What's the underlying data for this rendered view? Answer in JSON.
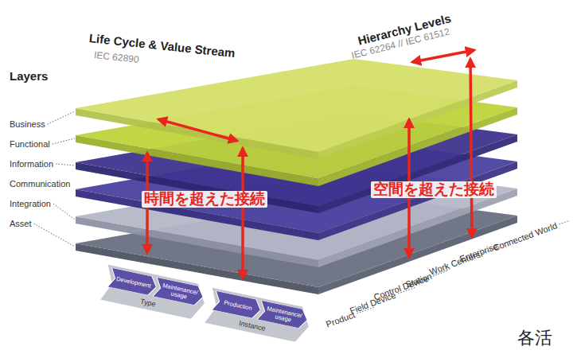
{
  "diagram": {
    "nodes": [
      {
        "text": [
          "Type"
        ]
      },
      {
        "text": [
          "Development"
        ],
        "in": 0
      },
      {
        "text": [
          "Maintenance/ usage"
        ],
        "in": 0
      },
      {
        "text": [
          "Instance"
        ]
      },
      {
        "text": [
          "Production"
        ],
        "in": 3
      },
      {
        "text": [
          "Maintenance/ usage"
        ],
        "in": 3
      }
    ],
    "labels": [
      "Layers",
      "Business",
      "Functional",
      "Information",
      "Communication",
      "Integration",
      "Asset",
      "Life Cycle & Value Stream",
      "IEC 62890",
      "Hierarchy Levels",
      "IEC 62264 // IEC 61512",
      "時間を超えた接続",
      "空間を超えた接続",
      "Connected World",
      "Enterprise",
      "Work Centers",
      "Station",
      "Control Device",
      "Field Device",
      "Product",
      "各活"
    ]
  }
}
